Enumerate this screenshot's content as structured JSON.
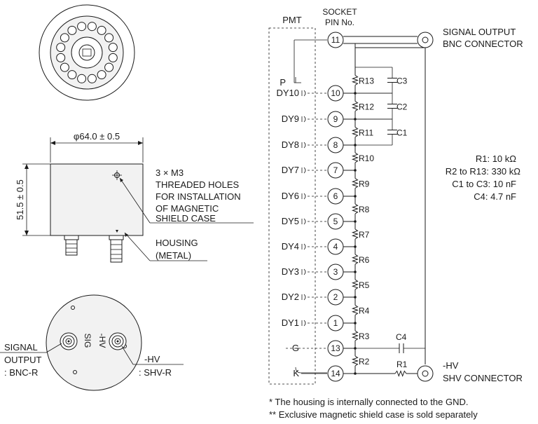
{
  "dimensions": {
    "diameter": "φ64.0 ± 0.5",
    "height": "51.5 ± 0.5"
  },
  "annotations": {
    "threaded_holes": [
      "3 × M3",
      "THREADED HOLES",
      "FOR INSTALLATION",
      "OF MAGNETIC",
      "SHIELD CASE"
    ],
    "housing": [
      "HOUSING",
      "(METAL)"
    ],
    "signal_output": [
      "SIGNAL",
      "OUTPUT",
      ": BNC-R"
    ],
    "hv": [
      "-HV",
      ": SHV-R"
    ],
    "connector_labels": {
      "hv": "-HV",
      "sig": "SIG"
    }
  },
  "schematic": {
    "pmt_label": "PMT",
    "socket_header": [
      "SOCKET",
      "PIN No."
    ],
    "electrodes": [
      {
        "name": "P",
        "pin": ""
      },
      {
        "name": "DY10",
        "pin": "10"
      },
      {
        "name": "DY9",
        "pin": "9"
      },
      {
        "name": "DY8",
        "pin": "8"
      },
      {
        "name": "DY7",
        "pin": "7"
      },
      {
        "name": "DY6",
        "pin": "6"
      },
      {
        "name": "DY5",
        "pin": "5"
      },
      {
        "name": "DY4",
        "pin": "4"
      },
      {
        "name": "DY3",
        "pin": "3"
      },
      {
        "name": "DY2",
        "pin": "2"
      },
      {
        "name": "DY1",
        "pin": "1"
      },
      {
        "name": "G",
        "pin": "13"
      },
      {
        "name": "K",
        "pin": "14"
      }
    ],
    "pin_anode": "11",
    "resistors": [
      "R13",
      "R12",
      "R11",
      "R10",
      "R9",
      "R8",
      "R7",
      "R6",
      "R5",
      "R4",
      "R3",
      "R2",
      "R1"
    ],
    "capacitors": [
      "C3",
      "C2",
      "C1",
      "C4"
    ],
    "signal_connector": [
      "SIGNAL OUTPUT",
      "BNC CONNECTOR"
    ],
    "hv_connector": [
      "-HV",
      "SHV CONNECTOR"
    ],
    "values": [
      "R1: 10 kΩ",
      "R2 to R13: 330 kΩ",
      "C1 to C3: 10 nF",
      "C4: 4.7 nF"
    ]
  },
  "notes": [
    "*  The housing is internally connected to the GND.",
    "** Exclusive magnetic shield case is sold separately"
  ]
}
